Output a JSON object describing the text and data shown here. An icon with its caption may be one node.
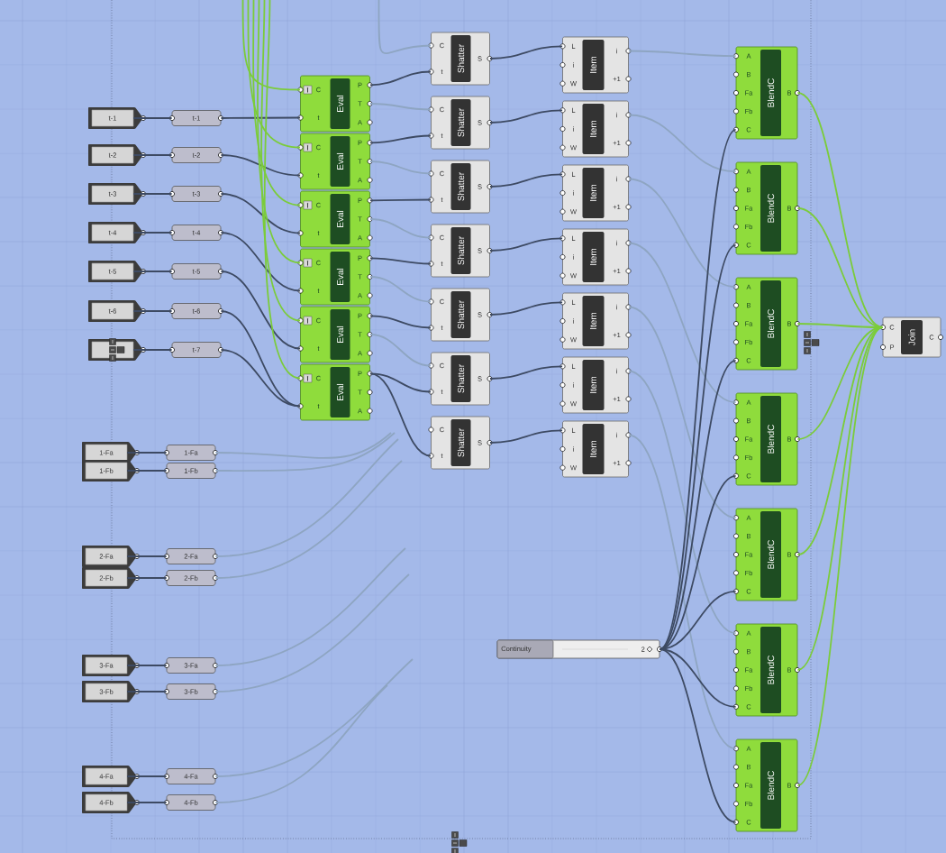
{
  "diagram": {
    "nodes": [
      {
        "text": [
          "t-1"
        ]
      },
      {
        "text": [
          "t-2"
        ]
      },
      {
        "text": [
          "t-3"
        ]
      },
      {
        "text": [
          "t-4"
        ]
      },
      {
        "text": [
          "t-5"
        ]
      },
      {
        "text": [
          "t-6"
        ]
      },
      {
        "text": [],
        "shape": "box"
      },
      {
        "text": [
          "t-1"
        ]
      },
      {
        "text": [
          "t-2"
        ]
      },
      {
        "text": [
          "t-3"
        ]
      },
      {
        "text": [
          "t-4"
        ]
      },
      {
        "text": [
          "t-5"
        ]
      },
      {
        "text": [
          "t-6"
        ]
      },
      {
        "text": [
          "t-7"
        ]
      },
      {
        "text": [
          "1-Fa"
        ]
      },
      {
        "text": [
          "1-Fb"
        ]
      },
      {
        "text": [
          "2-Fa"
        ]
      },
      {
        "text": [
          "2-Fb"
        ]
      },
      {
        "text": [
          "3-Fa"
        ]
      },
      {
        "text": [
          "3-Fb"
        ]
      },
      {
        "text": [
          "4-Fa"
        ]
      },
      {
        "text": [
          "4-Fb"
        ]
      },
      {
        "text": [
          "1-Fa"
        ]
      },
      {
        "text": [
          "1-Fb"
        ]
      },
      {
        "text": [
          "2-Fa"
        ]
      },
      {
        "text": [
          "2-Fb"
        ]
      },
      {
        "text": [
          "3-Fa"
        ]
      },
      {
        "text": [
          "3-Fb"
        ]
      },
      {
        "text": [
          "4-Fa"
        ]
      },
      {
        "text": [
          "4-Fb"
        ]
      },
      {
        "text": [
          "C",
          "t",
          "Eval",
          "P",
          "T",
          "A"
        ]
      },
      {
        "text": [
          "C",
          "t",
          "Eval",
          "P",
          "T",
          "A"
        ]
      },
      {
        "text": [
          "C",
          "t",
          "Eval",
          "P",
          "T",
          "A"
        ]
      },
      {
        "text": [
          "C",
          "t",
          "Eval",
          "P",
          "T",
          "A"
        ]
      },
      {
        "text": [
          "C",
          "t",
          "Eval",
          "P",
          "T",
          "A"
        ]
      },
      {
        "text": [
          "C",
          "t",
          "Eval",
          "P",
          "T",
          "A"
        ]
      },
      {
        "text": [
          "C",
          "t",
          "Shatter",
          "S"
        ]
      },
      {
        "text": [
          "C",
          "t",
          "Shatter",
          "S"
        ]
      },
      {
        "text": [
          "C",
          "t",
          "Shatter",
          "S"
        ]
      },
      {
        "text": [
          "C",
          "t",
          "Shatter",
          "S"
        ]
      },
      {
        "text": [
          "C",
          "t",
          "Shatter",
          "S"
        ]
      },
      {
        "text": [
          "C",
          "t",
          "Shatter",
          "S"
        ]
      },
      {
        "text": [
          "C",
          "t",
          "Shatter",
          "S"
        ]
      },
      {
        "text": [
          "L",
          "i",
          "W",
          "Item",
          "i",
          "+1"
        ]
      },
      {
        "text": [
          "L",
          "i",
          "W",
          "Item",
          "i",
          "+1"
        ]
      },
      {
        "text": [
          "L",
          "i",
          "W",
          "Item",
          "i",
          "+1"
        ]
      },
      {
        "text": [
          "L",
          "i",
          "W",
          "Item",
          "i",
          "+1"
        ]
      },
      {
        "text": [
          "L",
          "i",
          "W",
          "Item",
          "i",
          "+1"
        ]
      },
      {
        "text": [
          "L",
          "i",
          "W",
          "Item",
          "i",
          "+1"
        ]
      },
      {
        "text": [
          "L",
          "i",
          "W",
          "Item",
          "i",
          "+1"
        ]
      },
      {
        "text": [
          "A",
          "B",
          "Fa",
          "Fb",
          "C",
          "BlendC",
          "B"
        ]
      },
      {
        "text": [
          "A",
          "B",
          "Fa",
          "Fb",
          "C",
          "BlendC",
          "B"
        ]
      },
      {
        "text": [
          "A",
          "B",
          "Fa",
          "Fb",
          "C",
          "BlendC",
          "B"
        ]
      },
      {
        "text": [
          "A",
          "B",
          "Fa",
          "Fb",
          "C",
          "BlendC",
          "B"
        ]
      },
      {
        "text": [
          "A",
          "B",
          "Fa",
          "Fb",
          "C",
          "BlendC",
          "B"
        ]
      },
      {
        "text": [
          "A",
          "B",
          "Fa",
          "Fb",
          "C",
          "BlendC",
          "B"
        ]
      },
      {
        "text": [
          "A",
          "B",
          "Fa",
          "Fb",
          "C",
          "BlendC",
          "B"
        ]
      },
      {
        "text": [
          "Continuity",
          "2"
        ]
      },
      {
        "text": [
          "C",
          "P",
          "Join",
          "C"
        ]
      }
    ],
    "edges": [
      {
        "from": 0,
        "to": 7,
        "arrow": "none"
      },
      {
        "from": 1,
        "to": 8,
        "arrow": "none"
      },
      {
        "from": 2,
        "to": 9,
        "arrow": "none"
      },
      {
        "from": 3,
        "to": 10,
        "arrow": "none"
      },
      {
        "from": 4,
        "to": 11,
        "arrow": "none"
      },
      {
        "from": 5,
        "to": 12,
        "arrow": "none"
      },
      {
        "from": 6,
        "to": 13,
        "arrow": "none"
      },
      {
        "from": 14,
        "to": 22,
        "arrow": "none"
      },
      {
        "from": 15,
        "to": 23,
        "arrow": "none"
      },
      {
        "from": 16,
        "to": 24,
        "arrow": "none"
      },
      {
        "from": 17,
        "to": 25,
        "arrow": "none"
      },
      {
        "from": 18,
        "to": 26,
        "arrow": "none"
      },
      {
        "from": 19,
        "to": 27,
        "arrow": "none"
      },
      {
        "from": 20,
        "to": 28,
        "arrow": "none"
      },
      {
        "from": 21,
        "to": 29,
        "arrow": "none"
      },
      {
        "from": 7,
        "to": 30,
        "arrow": "none"
      },
      {
        "from": 8,
        "to": 31,
        "arrow": "none"
      },
      {
        "from": 9,
        "to": 32,
        "arrow": "none"
      },
      {
        "from": 10,
        "to": 33,
        "arrow": "none"
      },
      {
        "from": 11,
        "to": 34,
        "arrow": "none"
      },
      {
        "from": 12,
        "to": 35,
        "arrow": "none"
      },
      {
        "from": 13,
        "to": 35,
        "arrow": "none"
      },
      {
        "from": 30,
        "to": 36,
        "arrow": "none"
      },
      {
        "from": 31,
        "to": 37,
        "arrow": "none"
      },
      {
        "from": 32,
        "to": 38,
        "arrow": "none"
      },
      {
        "from": 33,
        "to": 39,
        "arrow": "none"
      },
      {
        "from": 34,
        "to": 40,
        "arrow": "none"
      },
      {
        "from": 35,
        "to": 41,
        "arrow": "none"
      },
      {
        "from": 35,
        "to": 42,
        "arrow": "none"
      },
      {
        "from": 30,
        "to": 37,
        "arrow": "none",
        "color": "#8ea5c2"
      },
      {
        "from": 31,
        "to": 38,
        "arrow": "none",
        "color": "#8ea5c2"
      },
      {
        "from": 32,
        "to": 39,
        "arrow": "none",
        "color": "#8ea5c2"
      },
      {
        "from": 33,
        "to": 40,
        "arrow": "none",
        "color": "#8ea5c2"
      },
      {
        "from": 34,
        "to": 41,
        "arrow": "none",
        "color": "#8ea5c2"
      },
      {
        "from": null,
        "to": 36,
        "arrow": "none",
        "color": "#8ea5c2"
      },
      {
        "from": 36,
        "to": 43,
        "arrow": "none"
      },
      {
        "from": 37,
        "to": 44,
        "arrow": "none"
      },
      {
        "from": 38,
        "to": 45,
        "arrow": "none"
      },
      {
        "from": 39,
        "to": 46,
        "arrow": "none"
      },
      {
        "from": 40,
        "to": 47,
        "arrow": "none"
      },
      {
        "from": 41,
        "to": 48,
        "arrow": "none"
      },
      {
        "from": 42,
        "to": 49,
        "arrow": "none"
      },
      {
        "from": 43,
        "to": 50,
        "arrow": "none",
        "color": "#8ea5c2"
      },
      {
        "from": 44,
        "to": 51,
        "arrow": "none",
        "color": "#8ea5c2"
      },
      {
        "from": 45,
        "to": 52,
        "arrow": "none",
        "color": "#8ea5c2"
      },
      {
        "from": 46,
        "to": 53,
        "arrow": "none",
        "color": "#8ea5c2"
      },
      {
        "from": 47,
        "to": 54,
        "arrow": "none",
        "color": "#8ea5c2"
      },
      {
        "from": 48,
        "to": 55,
        "arrow": "none",
        "color": "#8ea5c2"
      },
      {
        "from": 49,
        "to": 56,
        "arrow": "none",
        "color": "#8ea5c2"
      },
      {
        "from": 22,
        "to": null,
        "arrow": "none",
        "color": "#8ea5c2"
      },
      {
        "from": 23,
        "to": null,
        "arrow": "none",
        "color": "#8ea5c2"
      },
      {
        "from": 24,
        "to": null,
        "arrow": "none",
        "color": "#8ea5c2"
      },
      {
        "from": 25,
        "to": null,
        "arrow": "none",
        "color": "#8ea5c2"
      },
      {
        "from": 26,
        "to": null,
        "arrow": "none",
        "color": "#8ea5c2"
      },
      {
        "from": 27,
        "to": null,
        "arrow": "none",
        "color": "#8ea5c2"
      },
      {
        "from": 28,
        "to": null,
        "arrow": "none",
        "color": "#8ea5c2"
      },
      {
        "from": 29,
        "to": null,
        "arrow": "none",
        "color": "#8ea5c2"
      },
      {
        "from": null,
        "to": 30,
        "arrow": "none",
        "color": "#7bcc3a"
      },
      {
        "from": null,
        "to": 31,
        "arrow": "none",
        "color": "#7bcc3a"
      },
      {
        "from": null,
        "to": 32,
        "arrow": "none",
        "color": "#7bcc3a"
      },
      {
        "from": null,
        "to": 33,
        "arrow": "none",
        "color": "#7bcc3a"
      },
      {
        "from": null,
        "to": 34,
        "arrow": "none",
        "color": "#7bcc3a"
      },
      {
        "from": null,
        "to": 35,
        "arrow": "none",
        "color": "#7bcc3a"
      },
      {
        "from": 57,
        "to": 50,
        "arrow": "none"
      },
      {
        "from": 57,
        "to": 51,
        "arrow": "none"
      },
      {
        "from": 57,
        "to": 52,
        "arrow": "none"
      },
      {
        "from": 57,
        "to": 53,
        "arrow": "none"
      },
      {
        "from": 57,
        "to": 54,
        "arrow": "none"
      },
      {
        "from": 57,
        "to": 55,
        "arrow": "none"
      },
      {
        "from": 57,
        "to": 56,
        "arrow": "none"
      },
      {
        "from": 50,
        "to": 58,
        "arrow": "none",
        "color": "#7bcc3a"
      },
      {
        "from": 51,
        "to": 58,
        "arrow": "none",
        "color": "#7bcc3a"
      },
      {
        "from": 52,
        "to": 58,
        "arrow": "none",
        "color": "#7bcc3a"
      },
      {
        "from": 53,
        "to": 58,
        "arrow": "none",
        "color": "#7bcc3a"
      },
      {
        "from": 54,
        "to": 58,
        "arrow": "none",
        "color": "#7bcc3a"
      },
      {
        "from": 55,
        "to": 58,
        "arrow": "none",
        "color": "#7bcc3a"
      },
      {
        "from": 56,
        "to": 58,
        "arrow": "none",
        "color": "#7bcc3a"
      }
    ]
  }
}
